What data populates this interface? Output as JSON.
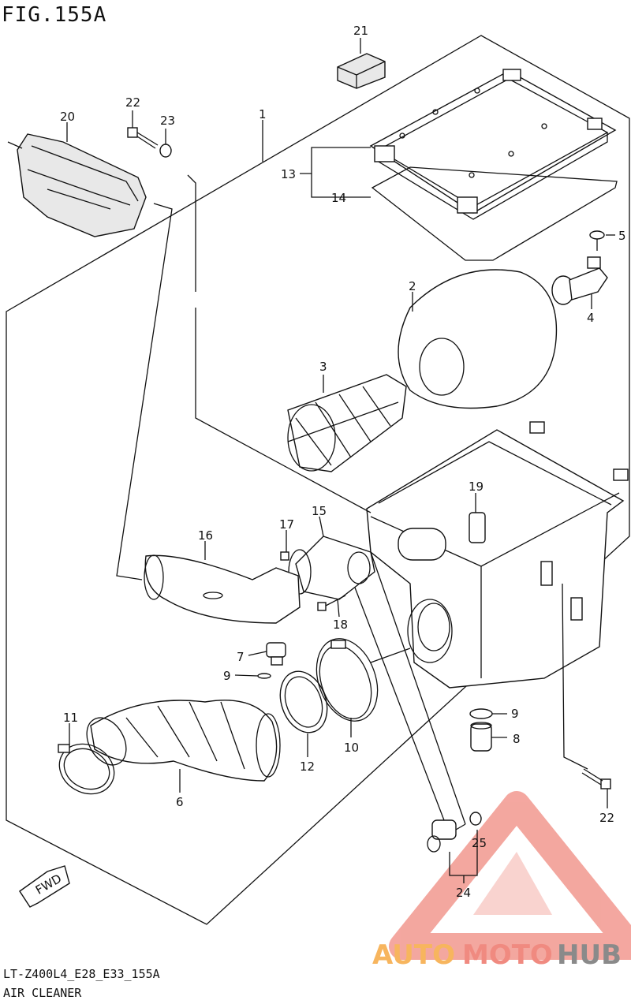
{
  "figure": {
    "title": "FIG.155A"
  },
  "footer": {
    "model_code": "LT-Z400L4_E28_E33_155A",
    "section_name": "AIR CLEANER"
  },
  "direction_arrow": {
    "label": "FWD"
  },
  "watermark": {
    "part1": "AUTO",
    "part2": "MOTO",
    "part3": "HUB",
    "colors": {
      "auto": "#f7b55e",
      "moto": "#f08a80",
      "hub": "#8a8a8a",
      "triangle": "#f08a80"
    }
  },
  "callouts": {
    "c1": "1",
    "c2": "2",
    "c3": "3",
    "c4": "4",
    "c5": "5",
    "c6": "6",
    "c7": "7",
    "c8": "8",
    "c9a": "9",
    "c9b": "9",
    "c10": "10",
    "c11": "11",
    "c12": "12",
    "c13": "13",
    "c14": "14",
    "c15": "15",
    "c16": "16",
    "c17": "17",
    "c18": "18",
    "c19": "19",
    "c20": "20",
    "c21": "21",
    "c22a": "22",
    "c22b": "22",
    "c23": "23",
    "c24": "24",
    "c25": "25"
  }
}
